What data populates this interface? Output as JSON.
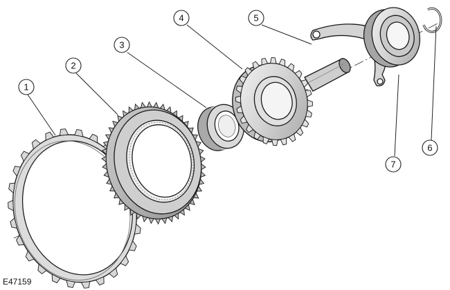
{
  "figure_id": "E47159",
  "callouts": [
    {
      "number": "1"
    },
    {
      "number": "2"
    },
    {
      "number": "3"
    },
    {
      "number": "4"
    },
    {
      "number": "5"
    },
    {
      "number": "6"
    },
    {
      "number": "7"
    }
  ],
  "colors": {
    "line": "#1a1a1a",
    "part_fill_light": "#e6e6e6",
    "part_fill_mid": "#c8c8c8",
    "part_fill_dark": "#9a9a9a",
    "background": "#ffffff"
  }
}
